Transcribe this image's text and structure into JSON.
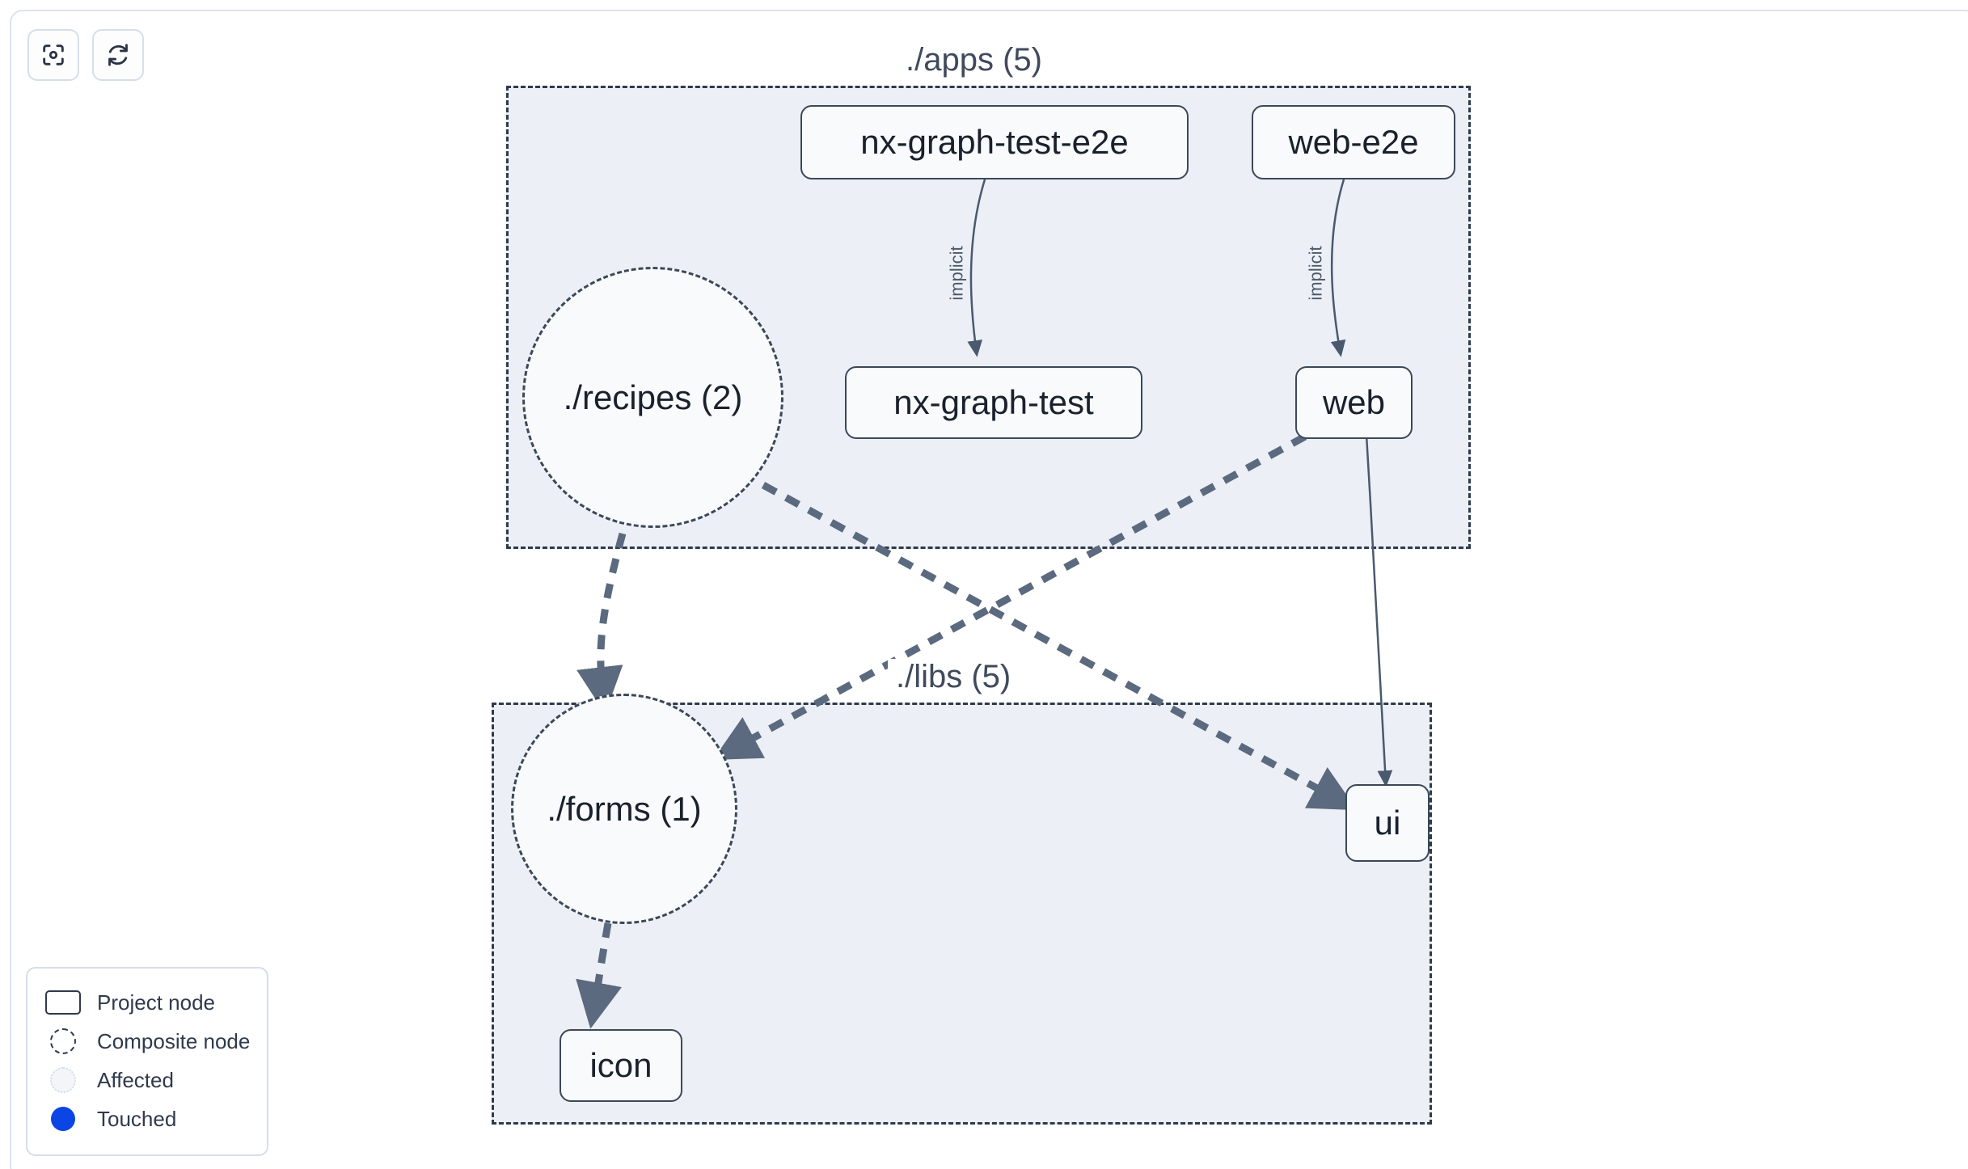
{
  "toolbar": {
    "buttons": [
      {
        "name": "focus-graph-button",
        "icon": "focus-target-icon",
        "label": ""
      },
      {
        "name": "refresh-graph-button",
        "icon": "refresh-icon",
        "label": ""
      }
    ]
  },
  "graph": {
    "groups": [
      {
        "id": "apps",
        "label": "./apps (5)"
      },
      {
        "id": "libs",
        "label": "./libs (5)"
      }
    ],
    "nodes": [
      {
        "id": "nx-graph-test-e2e",
        "label": "nx-graph-test-e2e",
        "type": "project",
        "group": "apps"
      },
      {
        "id": "web-e2e",
        "label": "web-e2e",
        "type": "project",
        "group": "apps"
      },
      {
        "id": "nx-graph-test",
        "label": "nx-graph-test",
        "type": "project",
        "group": "apps"
      },
      {
        "id": "web",
        "label": "web",
        "type": "project",
        "group": "apps"
      },
      {
        "id": "recipes",
        "label": "./recipes (2)",
        "type": "composite",
        "group": "apps"
      },
      {
        "id": "forms",
        "label": "./forms (1)",
        "type": "composite",
        "group": "libs"
      },
      {
        "id": "ui",
        "label": "ui",
        "type": "project",
        "group": "libs"
      },
      {
        "id": "icon",
        "label": "icon",
        "type": "project",
        "group": "libs"
      }
    ],
    "edges": [
      {
        "from": "nx-graph-test-e2e",
        "to": "nx-graph-test",
        "label": "implicit",
        "style": "solid"
      },
      {
        "from": "web-e2e",
        "to": "web",
        "label": "implicit",
        "style": "solid"
      },
      {
        "from": "web",
        "to": "ui",
        "label": "",
        "style": "solid"
      },
      {
        "from": "web",
        "to": "forms",
        "label": "",
        "style": "dashed"
      },
      {
        "from": "recipes",
        "to": "ui",
        "label": "",
        "style": "dashed"
      },
      {
        "from": "recipes",
        "to": "forms",
        "label": "",
        "style": "dashed"
      },
      {
        "from": "forms",
        "to": "icon",
        "label": "",
        "style": "dashed"
      }
    ]
  },
  "legend": {
    "items": [
      {
        "label": "Project node",
        "swatch": "rectangle-outline"
      },
      {
        "label": "Composite node",
        "swatch": "dashed-circle"
      },
      {
        "label": "Affected",
        "swatch": "dotted-light-circle"
      },
      {
        "label": "Touched",
        "swatch": "solid-blue-circle"
      }
    ]
  },
  "colors": {
    "group_fill": "#ecf0f6",
    "group_border": "#2f3a4c",
    "node_fill": "#f8fafc",
    "node_border": "#3c4858",
    "node_text": "#1a202c",
    "edge": "#4a596e",
    "touched": "#0b45e4",
    "frame_border": "#dbe3ee"
  }
}
